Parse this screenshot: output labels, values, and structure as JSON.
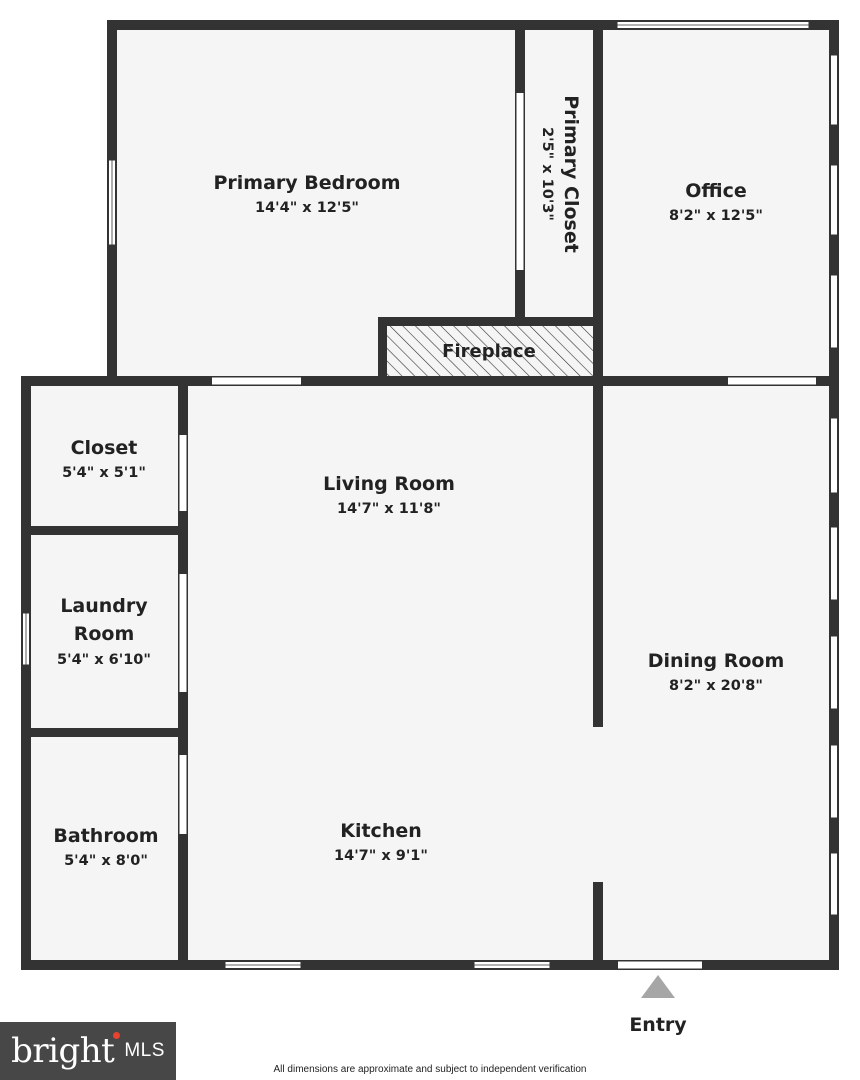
{
  "rooms": {
    "primary_bedroom": {
      "name": "Primary Bedroom",
      "dims": "14'4\" x 12'5\""
    },
    "primary_closet": {
      "name": "Primary Closet",
      "dims": "2'5\" x 10'3\""
    },
    "office": {
      "name": "Office",
      "dims": "8'2\" x 12'5\""
    },
    "fireplace": {
      "name": "Fireplace"
    },
    "closet": {
      "name": "Closet",
      "dims": "5'4\" x 5'1\""
    },
    "living_room": {
      "name": "Living Room",
      "dims": "14'7\" x 11'8\""
    },
    "laundry_room": {
      "name_line1": "Laundry",
      "name_line2": "Room",
      "dims": "5'4\" x 6'10\""
    },
    "dining_room": {
      "name": "Dining Room",
      "dims": "8'2\" x 20'8\""
    },
    "bathroom": {
      "name": "Bathroom",
      "dims": "5'4\" x 8'0\""
    },
    "kitchen": {
      "name": "Kitchen",
      "dims": "14'7\" x 9'1\""
    }
  },
  "entry": {
    "label": "Entry"
  },
  "logo": {
    "brand": "bright",
    "suffix": "MLS"
  },
  "disclaimer": "All dimensions are approximate and subject to independent verification",
  "colors": {
    "wall": "#333333",
    "floor": "#f5f5f5",
    "window": "#ffffff",
    "entry_arrow": "#a6a6a6",
    "logo_bg": "#474747",
    "logo_accent": "#e9422f"
  }
}
